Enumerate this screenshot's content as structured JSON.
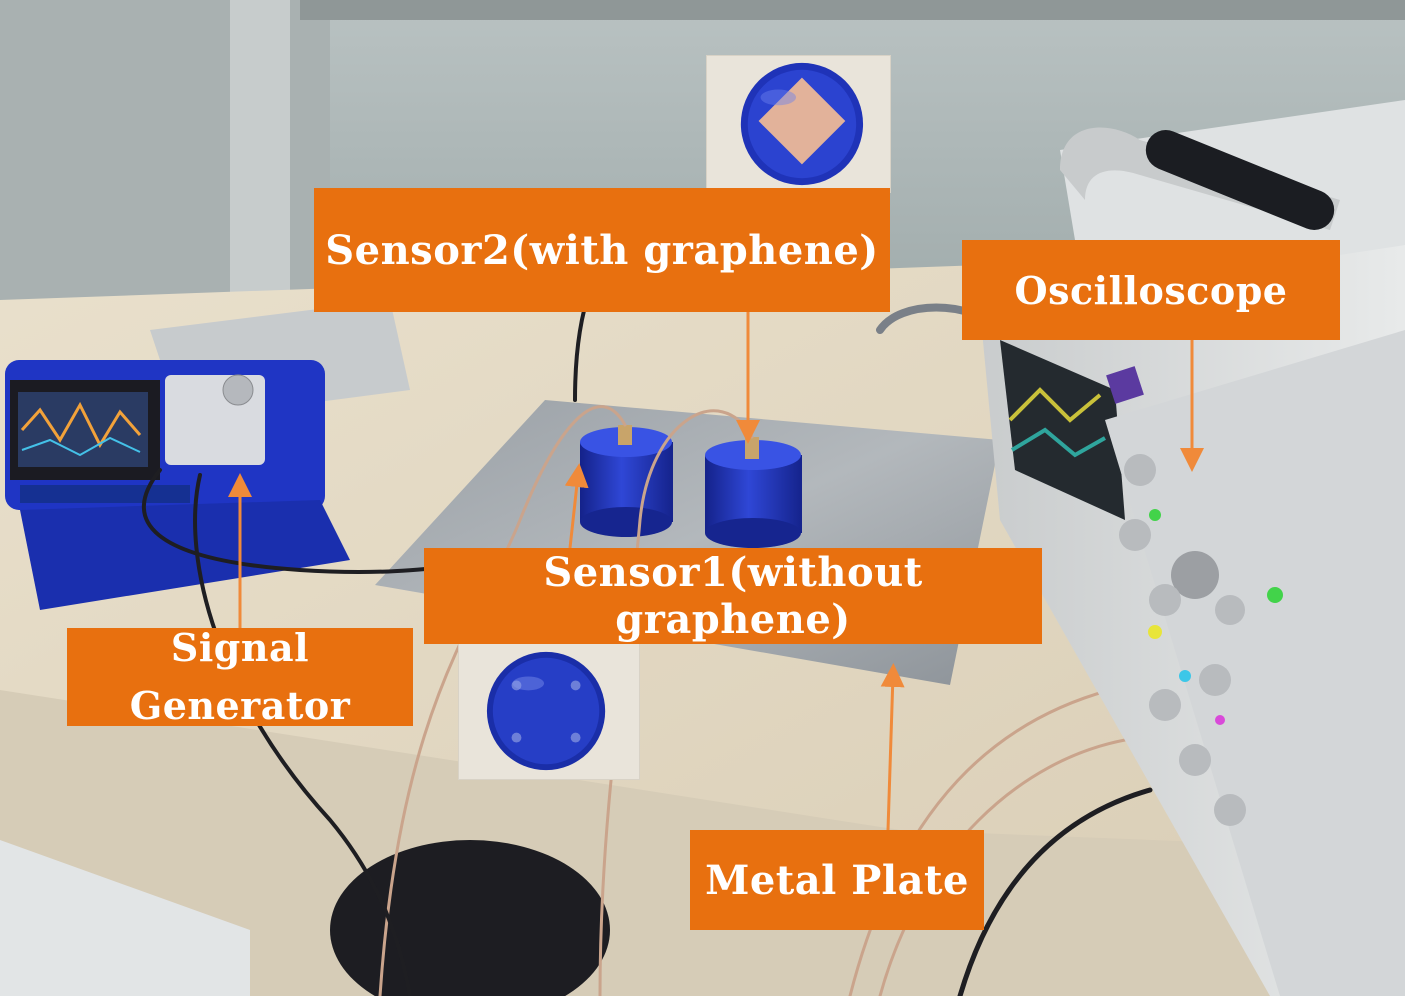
{
  "labels": {
    "sensor2": "Sensor2(with graphene)",
    "oscilloscope": "Oscilloscope",
    "signal_generator_line1": "Signal",
    "signal_generator_line2": "Generator",
    "sensor1": "Sensor1(without graphene)",
    "metal_plate": "Metal Plate"
  },
  "colors": {
    "label_background": "#e8700f",
    "label_text": "#ffffff",
    "arrow": "#f08a3a",
    "sensor_body": "#1f33b8",
    "desk": "#e6dcc8"
  }
}
